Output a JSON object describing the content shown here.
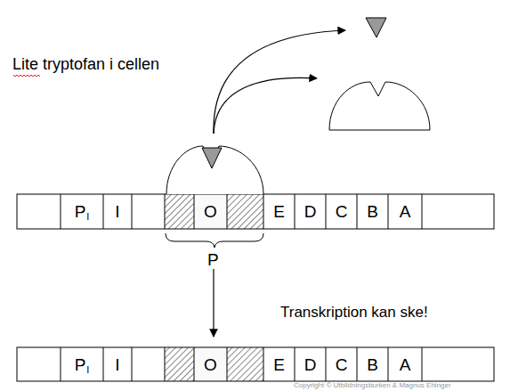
{
  "diagram": {
    "title": "Lite tryptofan i cellen",
    "nodes": [
      {
        "text": [
          "P",
          "I"
        ]
      },
      {
        "text": [
          "I"
        ]
      },
      {
        "text": [
          "O"
        ]
      },
      {
        "text": [
          "E"
        ]
      },
      {
        "text": [
          "D"
        ]
      },
      {
        "text": [
          "C"
        ]
      },
      {
        "text": [
          "B"
        ]
      },
      {
        "text": [
          "A"
        ]
      },
      {
        "text": [
          "P",
          "I"
        ]
      },
      {
        "text": [
          "I"
        ]
      },
      {
        "text": [
          "O"
        ]
      },
      {
        "text": [
          "E"
        ]
      },
      {
        "text": [
          "D"
        ]
      },
      {
        "text": [
          "C"
        ]
      },
      {
        "text": [
          "B"
        ]
      },
      {
        "text": [
          "A"
        ]
      }
    ],
    "labels": [
      "P",
      "Transkription kan ske!",
      "Copyright © Utbildningsburken & Magnus Ehinger"
    ]
  }
}
